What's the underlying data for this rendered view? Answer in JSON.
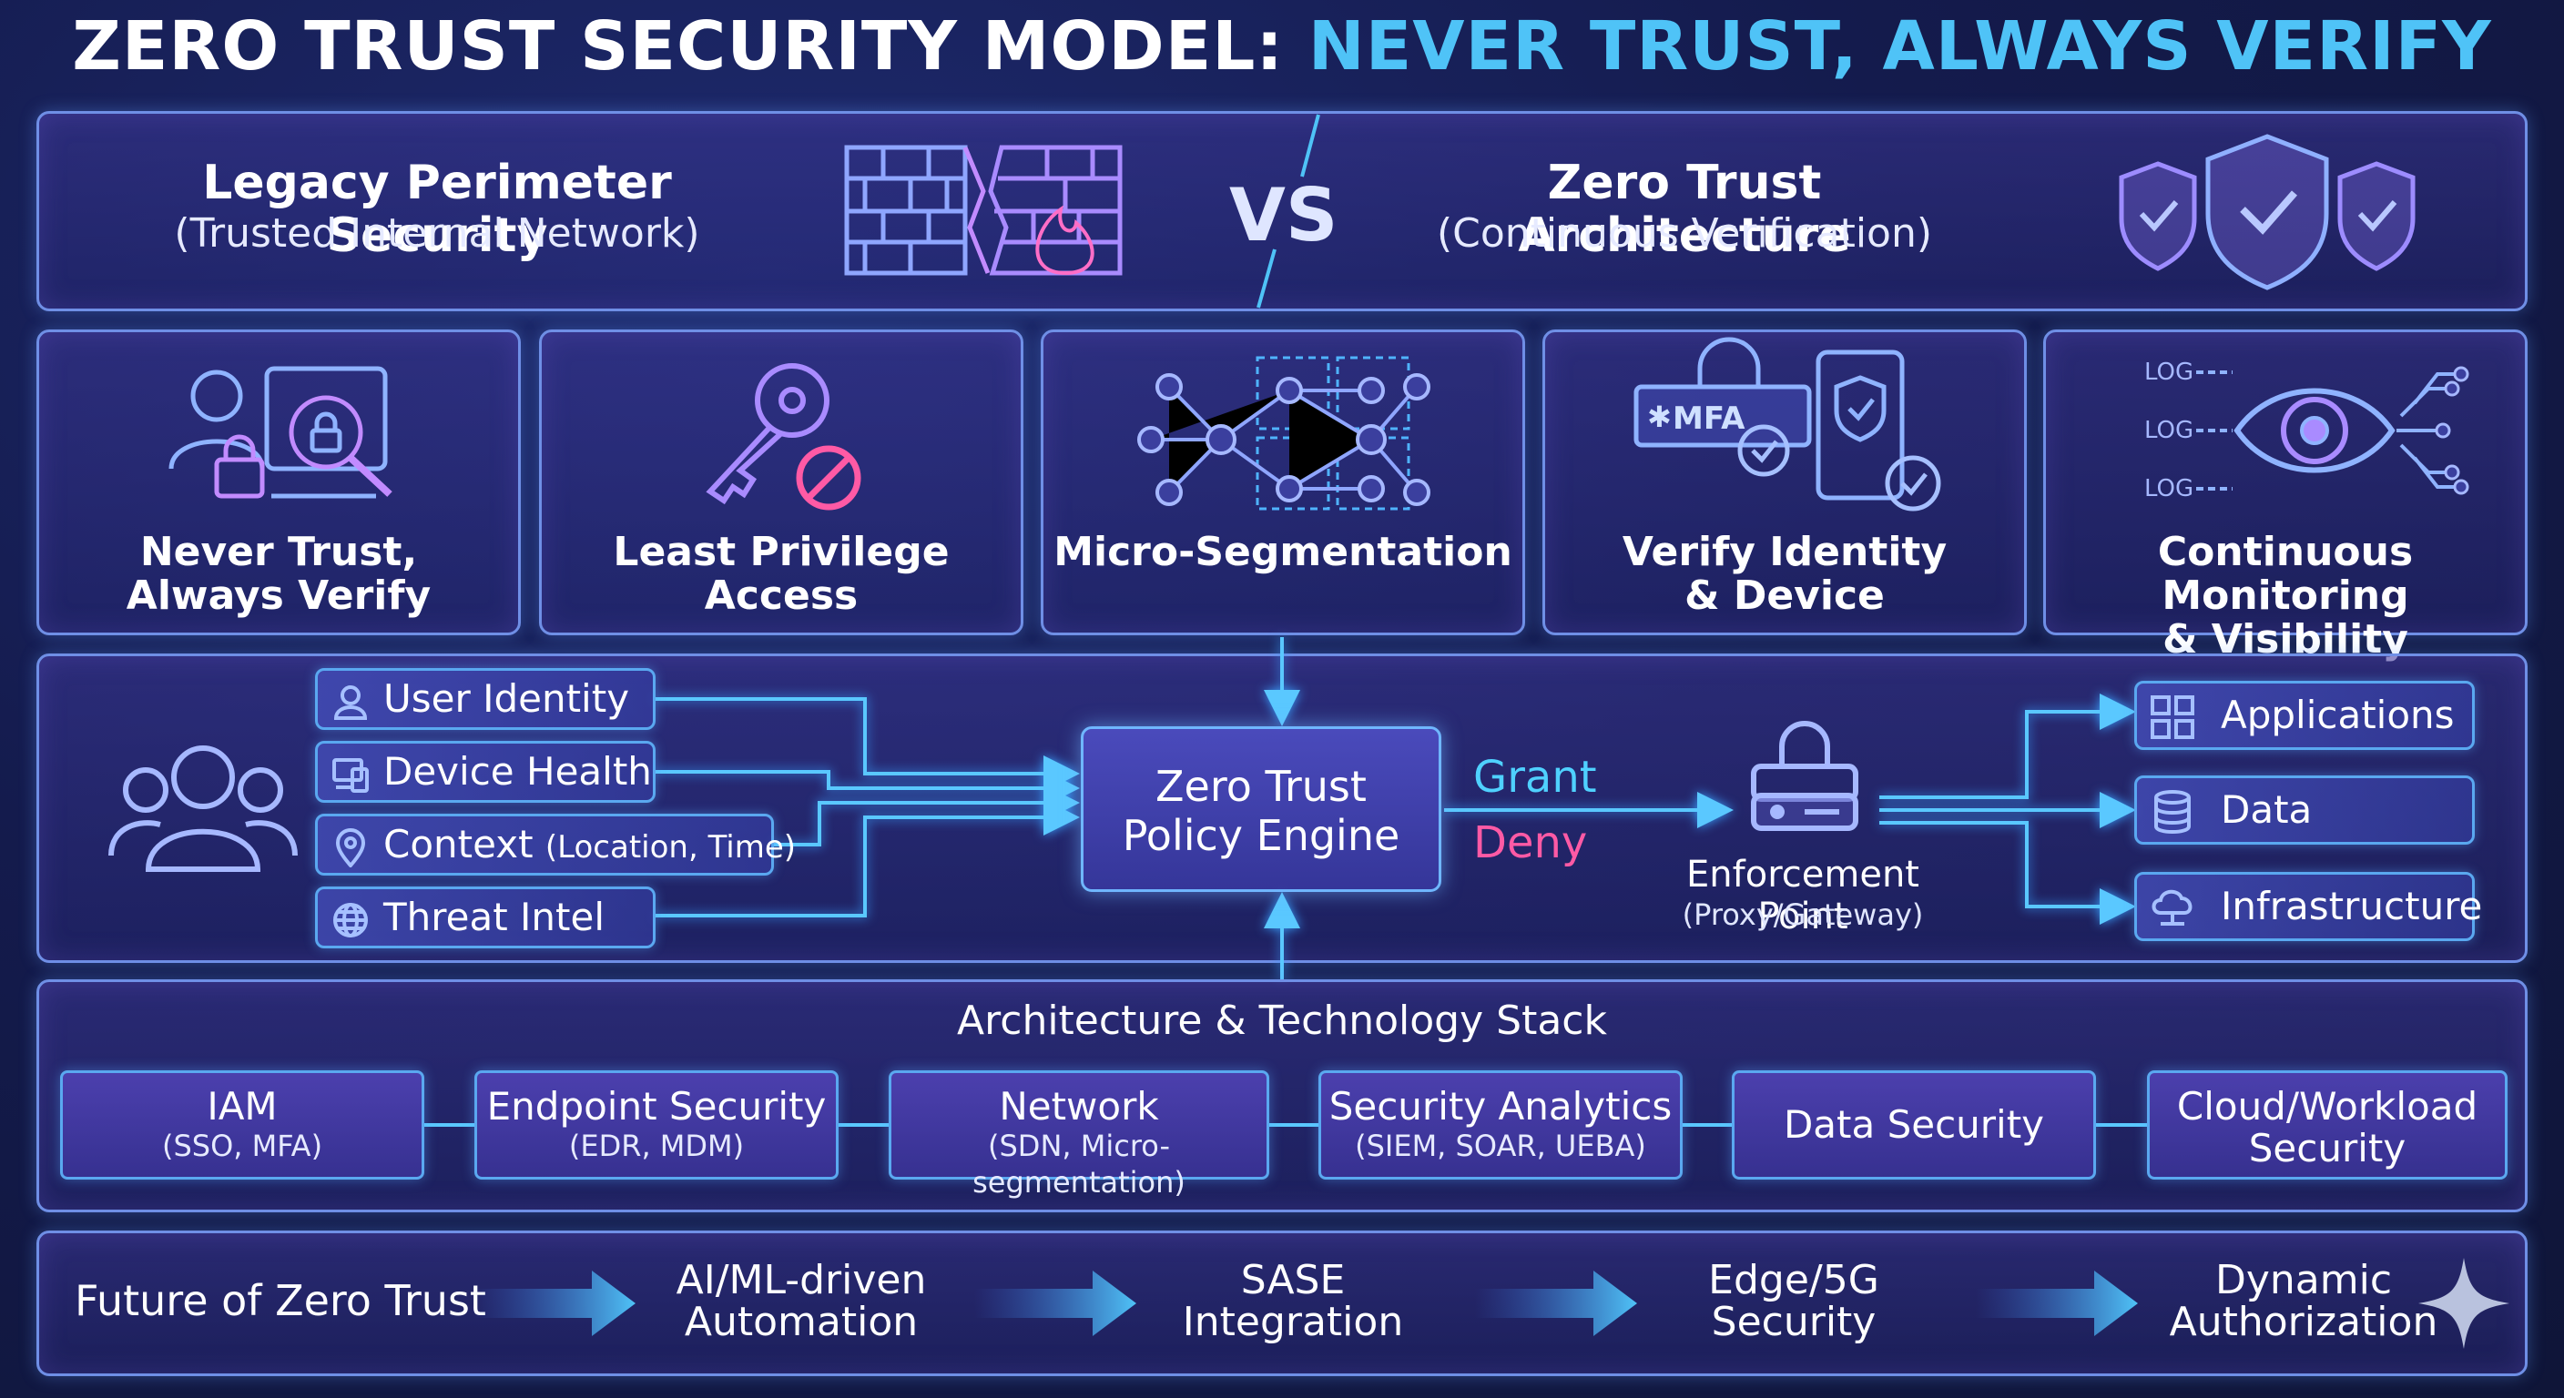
{
  "title": {
    "part1": "ZERO TRUST SECURITY MODEL: ",
    "part2": "NEVER TRUST, ALWAYS VERIFY"
  },
  "comparison": {
    "legacy_title": "Legacy Perimeter Security",
    "legacy_sub": "(Trusted Internal Network)",
    "vs": "VS",
    "zt_title": "Zero Trust Architecture",
    "zt_sub": "(Continuous Verification)"
  },
  "principles": [
    {
      "line1": "Never Trust,",
      "line2": "Always Verify",
      "icon": "user-lock-icon"
    },
    {
      "line1": "Least Privilege",
      "line2": "Access",
      "icon": "key-denied-icon"
    },
    {
      "line1": "Micro-Segmentation",
      "line2": "",
      "icon": "network-segments-icon"
    },
    {
      "line1": "Verify Identity",
      "line2": "& Device",
      "icon": "mfa-device-icon"
    },
    {
      "line1": "Continuous Monitoring",
      "line2": "& Visibility",
      "icon": "eye-log-icon"
    }
  ],
  "icon_text": {
    "mfa": "MFA",
    "log": "LOG"
  },
  "flow": {
    "inputs": [
      {
        "label": "User Identity",
        "extra": "",
        "icon": "user-icon"
      },
      {
        "label": "Device Health",
        "extra": "",
        "icon": "devices-icon"
      },
      {
        "label": "Context ",
        "extra": "(Location, Time)",
        "icon": "location-pin-icon"
      },
      {
        "label": "Threat Intel",
        "extra": "",
        "icon": "globe-icon"
      }
    ],
    "engine_line1": "Zero Trust",
    "engine_line2": "Policy Engine",
    "grant": "Grant",
    "deny": "Deny",
    "enforcement": "Enforcement Point",
    "enforcement_sub": "(Proxy/Gateway)",
    "outputs": [
      {
        "label": "Applications",
        "icon": "apps-grid-icon"
      },
      {
        "label": "Data",
        "icon": "database-icon"
      },
      {
        "label": "Infrastructure",
        "icon": "cloud-infra-icon"
      }
    ]
  },
  "stack": {
    "title": "Architecture & Technology Stack",
    "items": [
      {
        "main": "IAM",
        "sub": "(SSO, MFA)"
      },
      {
        "main": "Endpoint Security",
        "sub": "(EDR, MDM)"
      },
      {
        "main": "Network",
        "sub": "(SDN, Micro-segmentation)"
      },
      {
        "main": "Security Analytics",
        "sub": "(SIEM, SOAR, UEBA)"
      },
      {
        "main": "Data Security",
        "sub": ""
      },
      {
        "main": "Cloud/Workload",
        "sub": "Security"
      }
    ]
  },
  "future": {
    "title": "Future of Zero Trust",
    "items": [
      {
        "l1": "AI/ML-driven",
        "l2": "Automation"
      },
      {
        "l1": "SASE",
        "l2": "Integration"
      },
      {
        "l1": "Edge/5G",
        "l2": "Security"
      },
      {
        "l1": "Dynamic",
        "l2": "Authorization"
      }
    ]
  },
  "colors": {
    "accent_cyan": "#4fc3f7",
    "deny_pink": "#ff5aa5",
    "line_blue": "#5ac8ff",
    "purple": "#a78bfa"
  }
}
